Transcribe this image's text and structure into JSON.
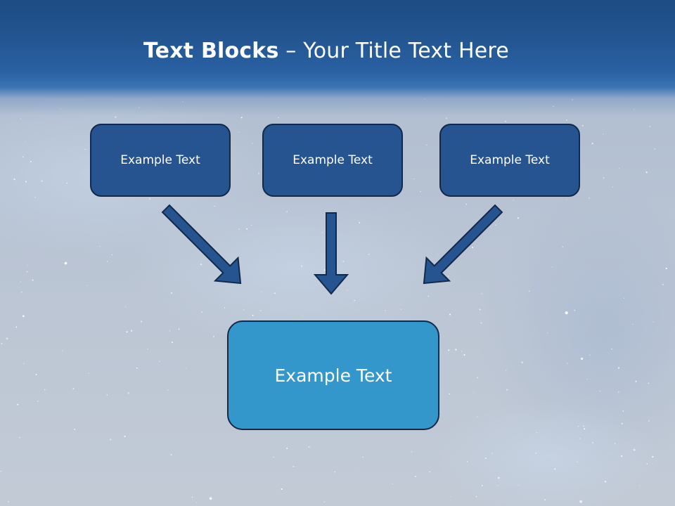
{
  "slide": {
    "title_bold": "Text Blocks",
    "title_rest": " – Your Title Text Here"
  },
  "blocks": {
    "top": [
      {
        "label": "Example Text"
      },
      {
        "label": "Example Text"
      },
      {
        "label": "Example Text"
      }
    ],
    "bottom": {
      "label": "Example Text"
    }
  },
  "colors": {
    "title_band": "#22548f",
    "top_block_fill": "#255491",
    "bottom_block_fill": "#3497cc",
    "arrow_fill": "#255491",
    "outline": "#12294a",
    "background": "#b3c0d2"
  },
  "icons": {
    "connector": "arrow-down-icon"
  }
}
